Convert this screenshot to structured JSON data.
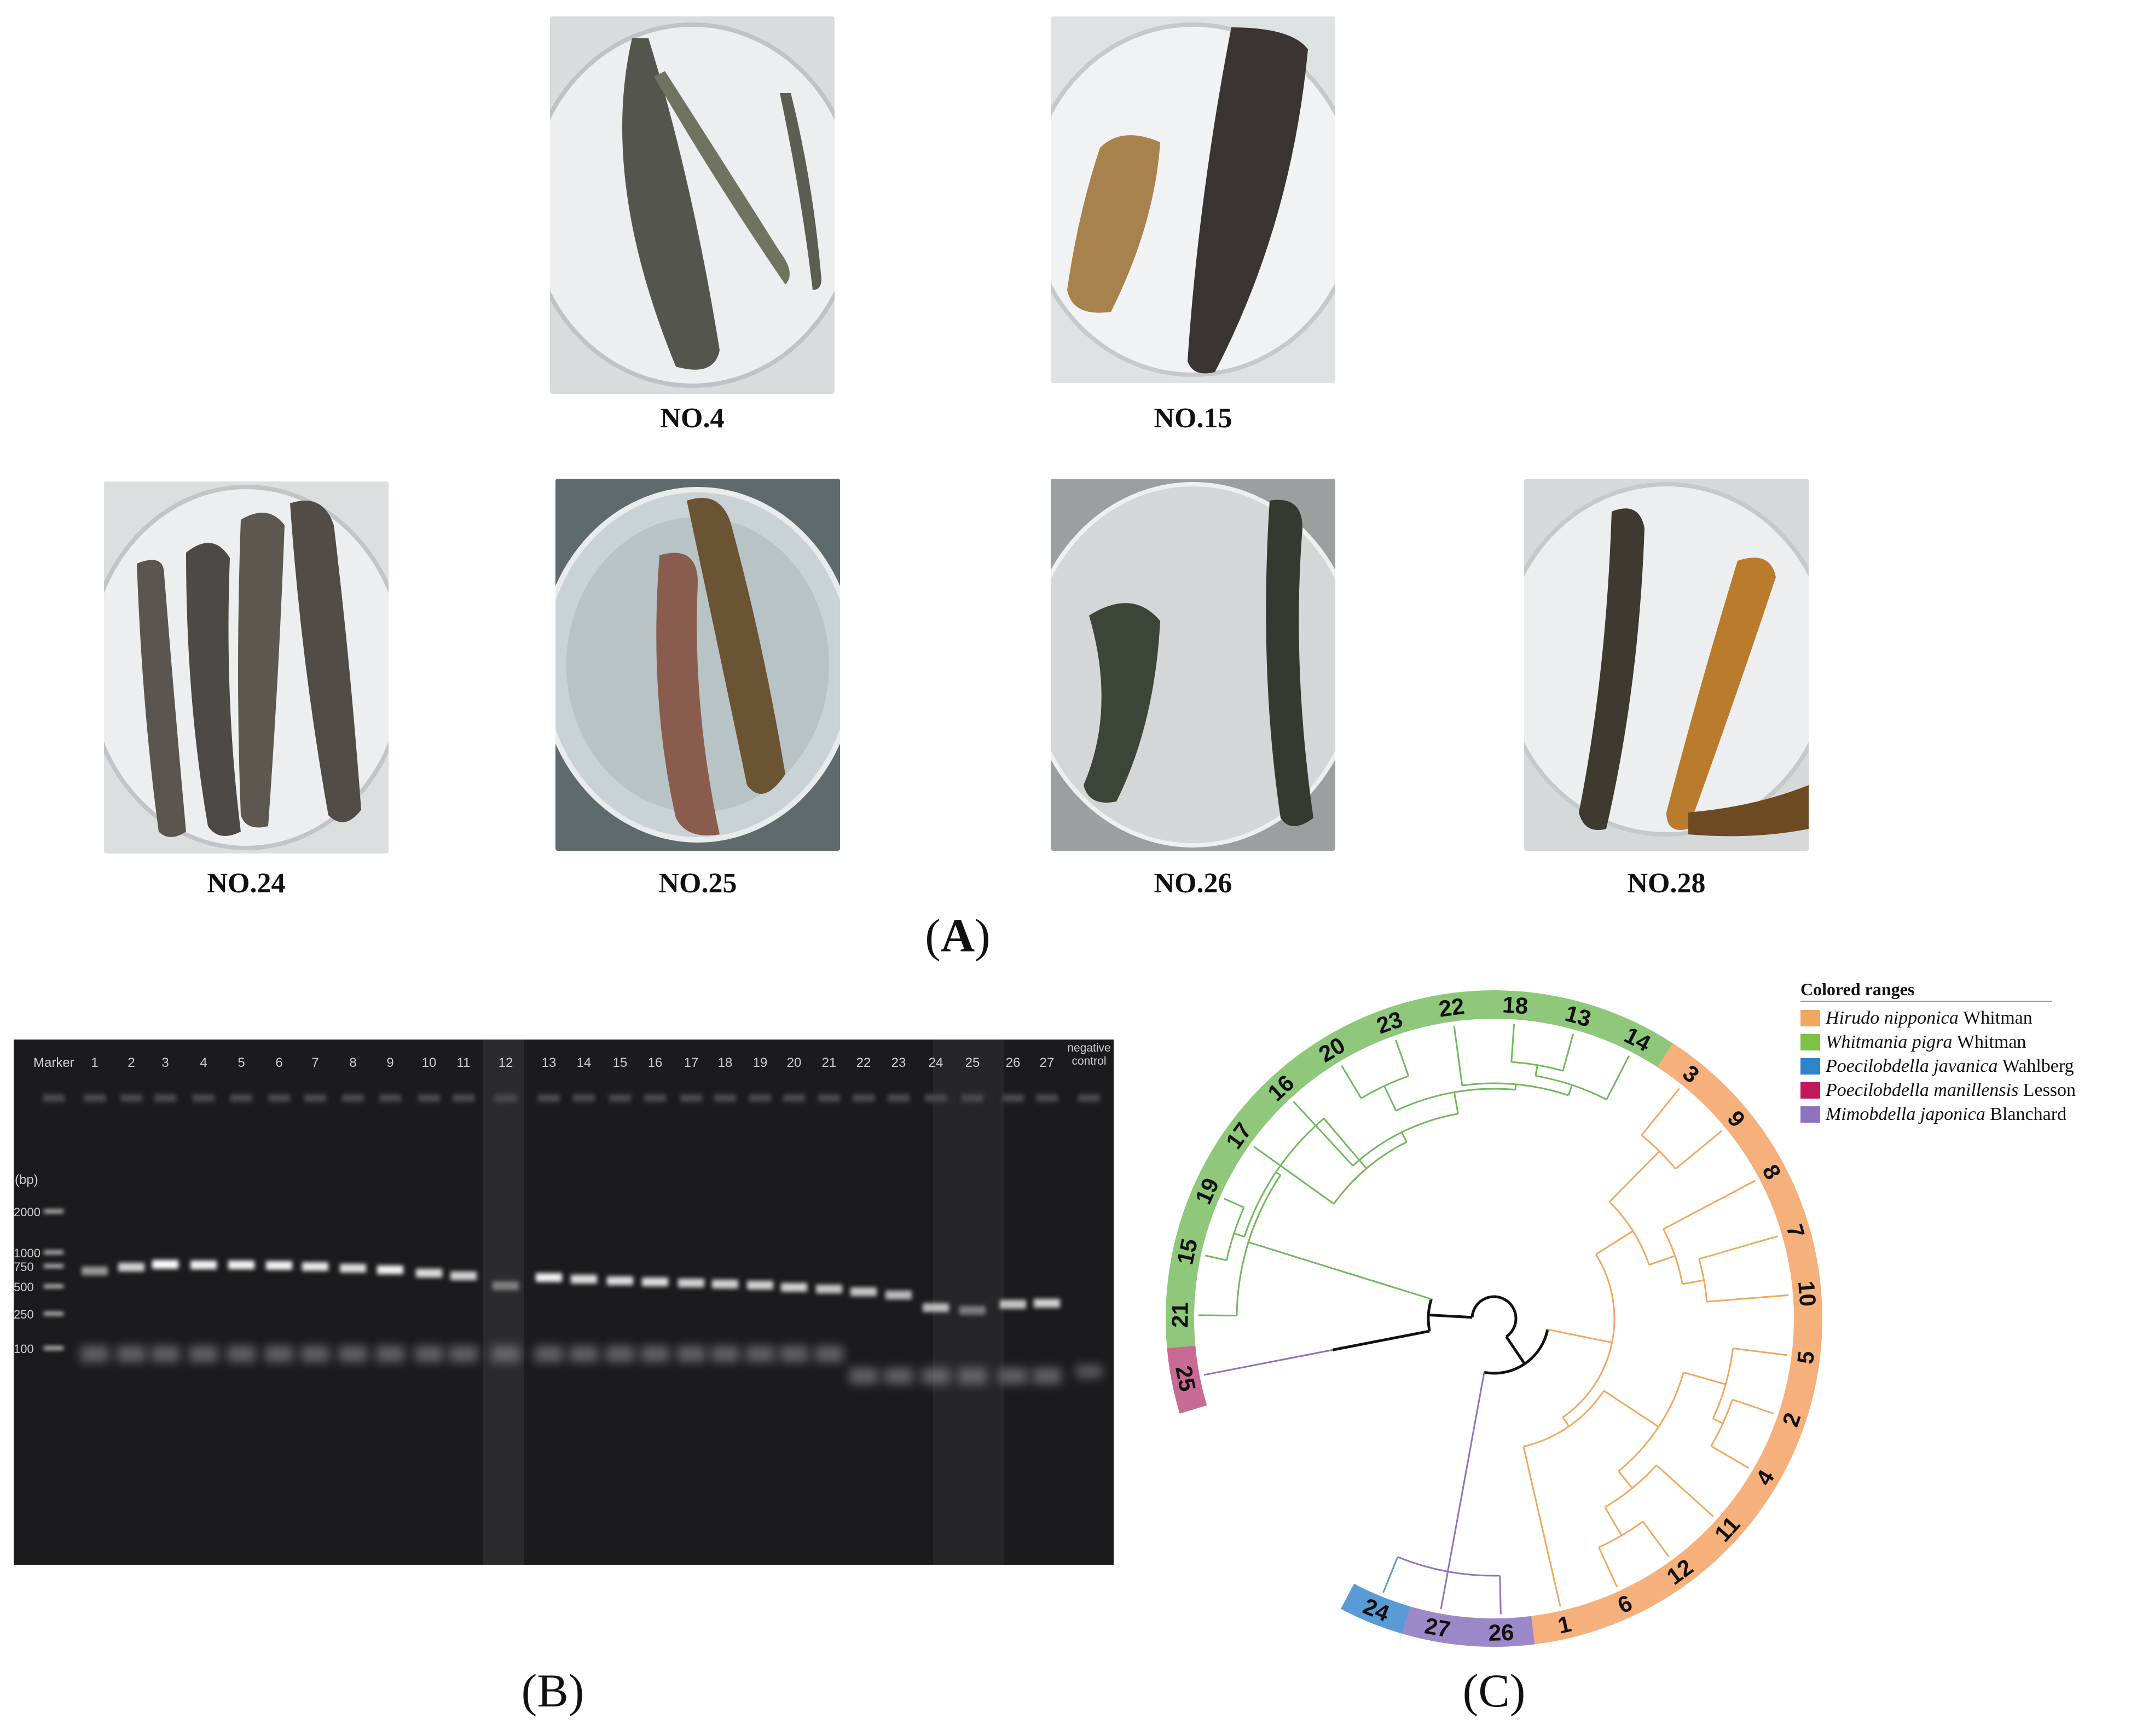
{
  "panel_a": {
    "label": "A",
    "specimens": [
      {
        "id": "no4",
        "caption": "NO.4"
      },
      {
        "id": "no15",
        "caption": "NO.15"
      },
      {
        "id": "no24",
        "caption": "NO.24"
      },
      {
        "id": "no25",
        "caption": "NO.25"
      },
      {
        "id": "no26",
        "caption": "NO.26"
      },
      {
        "id": "no28",
        "caption": "NO.28"
      }
    ]
  },
  "panel_b": {
    "label": "B",
    "marker_label": "Marker",
    "bp_unit": "(bp)",
    "bp_ticks": [
      "2000",
      "1000",
      "750",
      "500",
      "250",
      "100"
    ],
    "lanes": [
      "1",
      "2",
      "3",
      "4",
      "5",
      "6",
      "7",
      "8",
      "9",
      "10",
      "11",
      "12",
      "13",
      "14",
      "15",
      "16",
      "17",
      "18",
      "19",
      "20",
      "21",
      "22",
      "23",
      "24",
      "25",
      "26",
      "27"
    ],
    "negative_control": [
      "negative",
      "control"
    ]
  },
  "panel_c": {
    "label": "C",
    "legend_title": "Colored ranges",
    "legend": [
      {
        "species": "Hirudo nipponica",
        "author": "Whitman",
        "color": "#f0a860"
      },
      {
        "species": "Whitmania pigra",
        "author": "Whitman",
        "color": "#7dc242"
      },
      {
        "species": "Poecilobdella javanica",
        "author": "Wahlberg",
        "color": "#2f83c8"
      },
      {
        "species": "Poecilobdella manillensis",
        "author": "Lesson",
        "color": "#c2185b"
      },
      {
        "species": "Mimobdella japonica",
        "author": "Blanchard",
        "color": "#8e72bf"
      }
    ],
    "ring_labels": [
      "25",
      "21",
      "15",
      "19",
      "17",
      "16",
      "20",
      "23",
      "22",
      "18",
      "13",
      "14",
      "3",
      "9",
      "8",
      "7",
      "10",
      "5",
      "2",
      "4",
      "11",
      "12",
      "6",
      "1",
      "26",
      "27",
      "24"
    ]
  }
}
